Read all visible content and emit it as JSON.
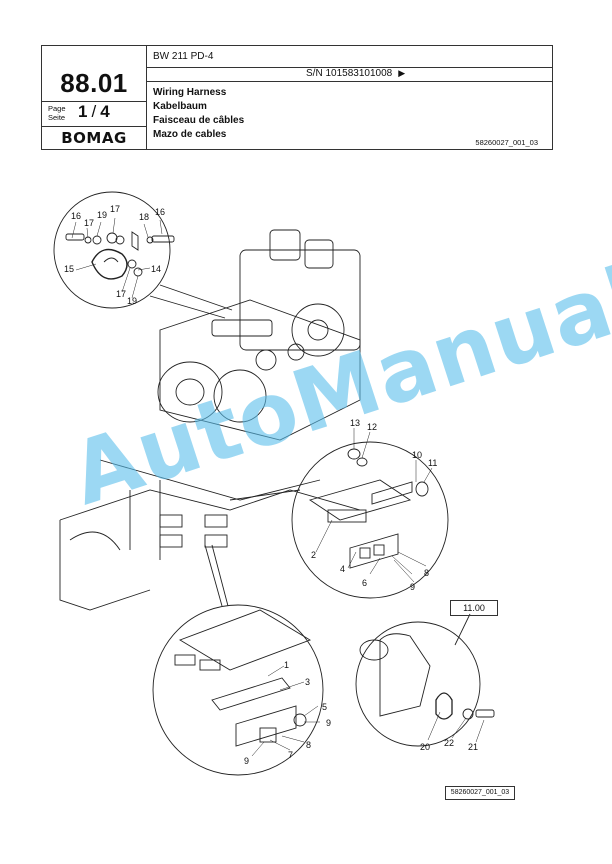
{
  "header": {
    "model": "BW 211 PD-4",
    "serial": "S/N 101583101008",
    "serial_arrow": "▶",
    "group_number": "88.01",
    "page_label_1": "Page",
    "page_label_2": "Seite",
    "page_current": "1",
    "page_sep": "/",
    "page_total": "4",
    "logo": "BOMAG",
    "titles": [
      "Wiring Harness",
      "Kabelbaum",
      "Faisceau de câbles",
      "Mazo de cables"
    ],
    "doc_ref": "58260027_001_03"
  },
  "drawing": {
    "ref_box": "11.00",
    "bottom_ref": "58260027_001_03",
    "watermark": "AutoManual",
    "callouts": {
      "c16a": "16",
      "c17a": "17",
      "c19a": "19",
      "c17b": "17",
      "c18": "18",
      "c16b": "16",
      "c15": "15",
      "c14": "14",
      "c17c": "17",
      "c19b": "19",
      "c13": "13",
      "c12": "12",
      "c10": "10",
      "c11": "11",
      "c2a": "2",
      "c4a": "4",
      "c6": "6",
      "c8a": "8",
      "c9a": "9",
      "c1": "1",
      "c3": "3",
      "c5": "5",
      "c9b": "9",
      "c8b": "8",
      "c9c": "9",
      "c7": "7",
      "c20": "20",
      "c22": "22",
      "c21": "21"
    }
  }
}
